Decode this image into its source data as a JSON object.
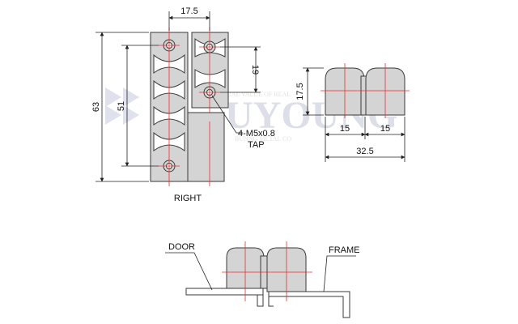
{
  "watermark": {
    "brand": "UYOUNG",
    "line_top": "UAL VALUE OF REAL",
    "line_bottom": "BUNNG METAL CO",
    "color": "#d8dce8"
  },
  "colors": {
    "part_fill": "#d4d4d4",
    "part_edge": "#3a3a3a",
    "centerline": "#e63030",
    "dimension": "#222222"
  },
  "front_view": {
    "dim_top": "17.5",
    "dim_hole_spacing": "19",
    "dim_height": "63",
    "dim_inner": "51",
    "callout_thread": "4-M5x0.8",
    "callout_tap": "TAP",
    "caption": "RIGHT"
  },
  "side_view": {
    "dim_height": "17.5",
    "dim_left": "15",
    "dim_right": "15",
    "dim_total": "32.5"
  },
  "install_view": {
    "label_door": "DOOR",
    "label_frame": "FRAME"
  }
}
